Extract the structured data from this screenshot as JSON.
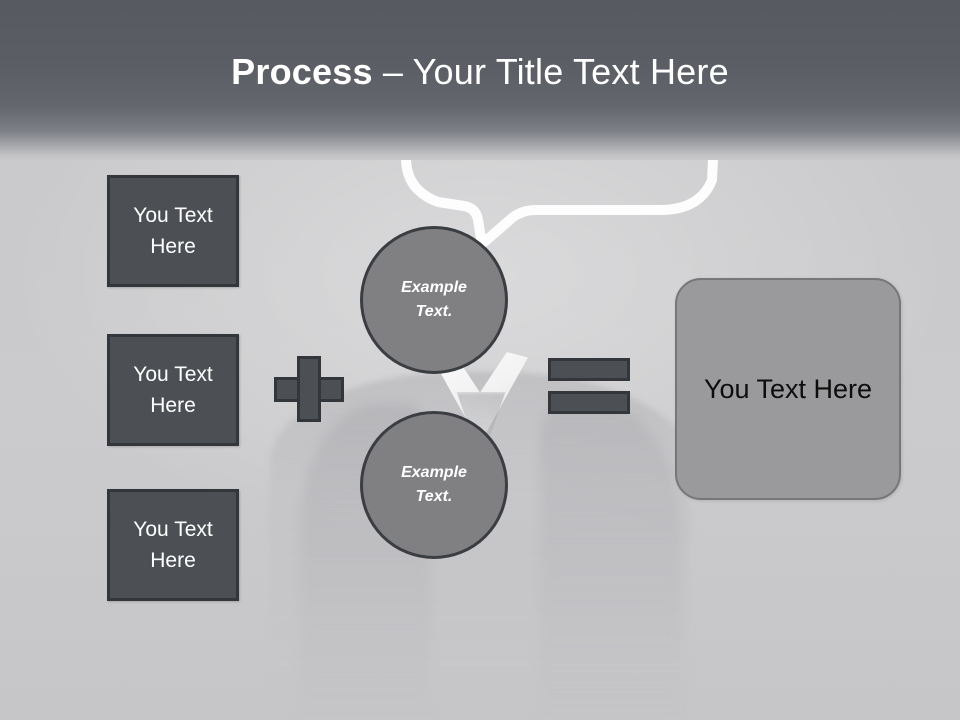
{
  "slide": {
    "title": {
      "emphasis": "Process",
      "rest": " – Your Title Text Here"
    },
    "background": {
      "description": "faded grayscale photo of businessman in suit with white speech-bubble outline",
      "base_color": "#c9c9cb",
      "header_dark": "#575a61"
    },
    "inputs": [
      {
        "label": "You Text Here",
        "fill": "#4c4f54",
        "border": "#33363a"
      },
      {
        "label": "You Text Here",
        "fill": "#4c4f54",
        "border": "#33363a"
      },
      {
        "label": "You Text Here",
        "fill": "#4c4f54",
        "border": "#33363a"
      }
    ],
    "operators": {
      "plus": "+",
      "equals": "="
    },
    "circles": [
      {
        "line1": "Example",
        "line2": "Text.",
        "fill": "#808083",
        "border": "#3a3d41"
      },
      {
        "line1": "Example",
        "line2": "Text.",
        "fill": "#808083",
        "border": "#3a3d41"
      }
    ],
    "result": {
      "label": "You Text Here",
      "fill": "#9a9a9c",
      "border": "#77777a",
      "text_color": "#0d0d0d"
    }
  }
}
